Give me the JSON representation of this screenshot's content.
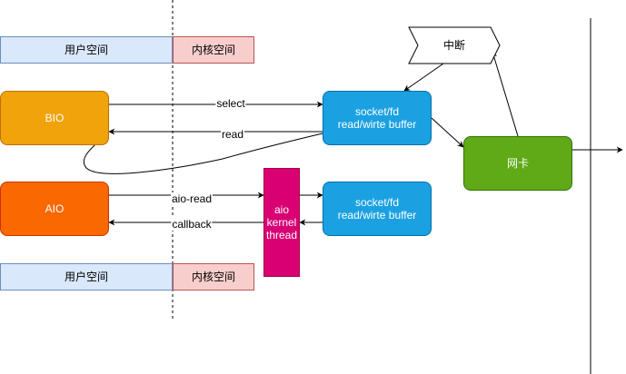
{
  "regions": {
    "user_space_top": "用户空间",
    "kernel_space_top": "内核空间",
    "user_space_bottom": "用户空间",
    "kernel_space_bottom": "内核空间"
  },
  "nodes": {
    "bio": "BIO",
    "aio": "AIO",
    "buffer_top": "socket/fd\nread/wirte buffer",
    "buffer_bottom": "socket/fd\nread/wirte buffer",
    "aio_thread": "aio\nkernel\nthread",
    "nic": "网卡",
    "interrupt": "中断"
  },
  "edges": {
    "select": "select",
    "read": "read",
    "aio_read": "aio-read",
    "callback": "callback"
  },
  "colors": {
    "user_fill": "#dae8fc",
    "user_stroke": "#6c8ebf",
    "kernel_fill": "#f8cecc",
    "kernel_stroke": "#b85450",
    "bio_fill": "#f0a30a",
    "bio_stroke": "#bd7000",
    "aio_fill": "#fa6800",
    "aio_stroke": "#c73500",
    "buffer_fill": "#1ba1e2",
    "buffer_stroke": "#006eaf",
    "thread_fill": "#d80073",
    "thread_stroke": "#a50040",
    "nic_fill": "#60a917",
    "nic_stroke": "#2d7600"
  }
}
